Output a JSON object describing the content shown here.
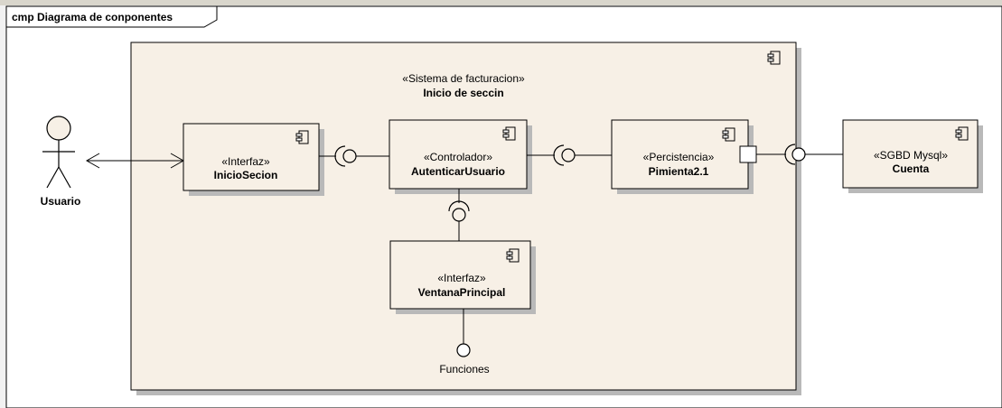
{
  "frame_title": "cmp Diagrama de conponentes",
  "system": {
    "stereotype": "«Sistema de facturacion»",
    "name": "Inicio de seccin"
  },
  "actor": {
    "name": "Usuario"
  },
  "components": {
    "inicio_secion": {
      "stereotype": "«Interfaz»",
      "name": "InicioSecion"
    },
    "autenticar": {
      "stereotype": "«Controlador»",
      "name": "AutenticarUsuario"
    },
    "pimienta": {
      "stereotype": "«Percistencia»",
      "name": "Pimienta2.1"
    },
    "ventana": {
      "stereotype": "«Interfaz»",
      "name": "VentanaPrincipal"
    },
    "cuenta": {
      "stereotype": "«SGBD Mysql»",
      "name": "Cuenta"
    }
  },
  "provided_interface": {
    "name": "Funciones"
  },
  "colors": {
    "system_fill": "#f7f0e6",
    "component_fill": "#f7f0e6",
    "background": "#ffffff",
    "line": "#000000"
  }
}
